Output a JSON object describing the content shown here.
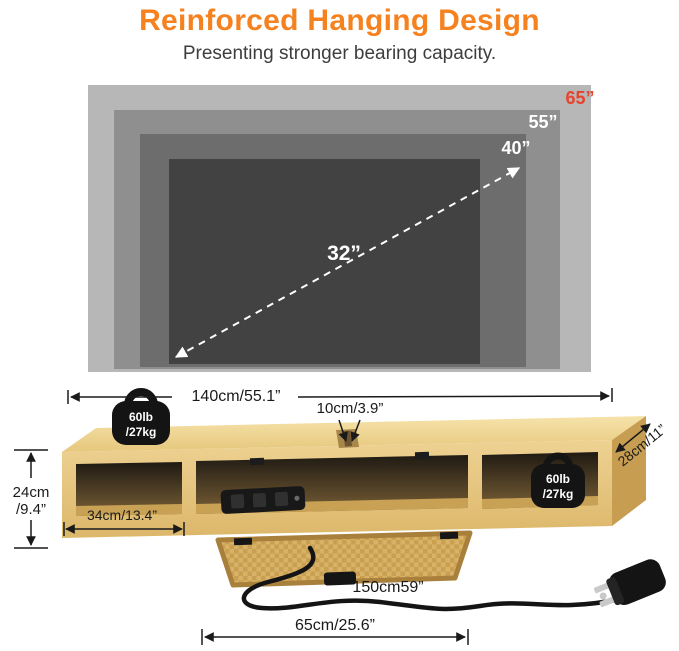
{
  "header": {
    "title": "Reinforced Hanging Design",
    "subtitle": "Presenting stronger bearing capacity."
  },
  "colors": {
    "accent_orange": "#f5811f",
    "tv_label_red": "#e8432d",
    "tv_label_white": "#ffffff",
    "dimension_text": "#1a1a1a",
    "wood_light": "#f2dc9c",
    "wood_mid": "#e9c97f",
    "wood_dark": "#c79e51"
  },
  "tv_diagram": {
    "sizes": [
      {
        "label": "65”",
        "fill": "#b7b7b7",
        "label_color": "#e8432d"
      },
      {
        "label": "55”",
        "fill": "#8f8f8f",
        "label_color": "#ffffff"
      },
      {
        "label": "40”",
        "fill": "#6d6d6d",
        "label_color": "#ffffff"
      },
      {
        "label": "32”",
        "fill": "#424242",
        "label_color": "#ffffff"
      }
    ]
  },
  "dimensions": {
    "total_width": "140cm/55.1”",
    "center_gap": "10cm/3.9”",
    "depth": "28cm/11”",
    "height_line1": "24cm",
    "height_line2": "/9.4”",
    "compartment_width": "34cm/13.4”",
    "cord_length": "150cm59”",
    "door_width": "65cm/25.6”"
  },
  "weights": {
    "left": {
      "line1": "60lb",
      "line2": "/27kg"
    },
    "right": {
      "line1": "60lb",
      "line2": "/27kg"
    }
  }
}
